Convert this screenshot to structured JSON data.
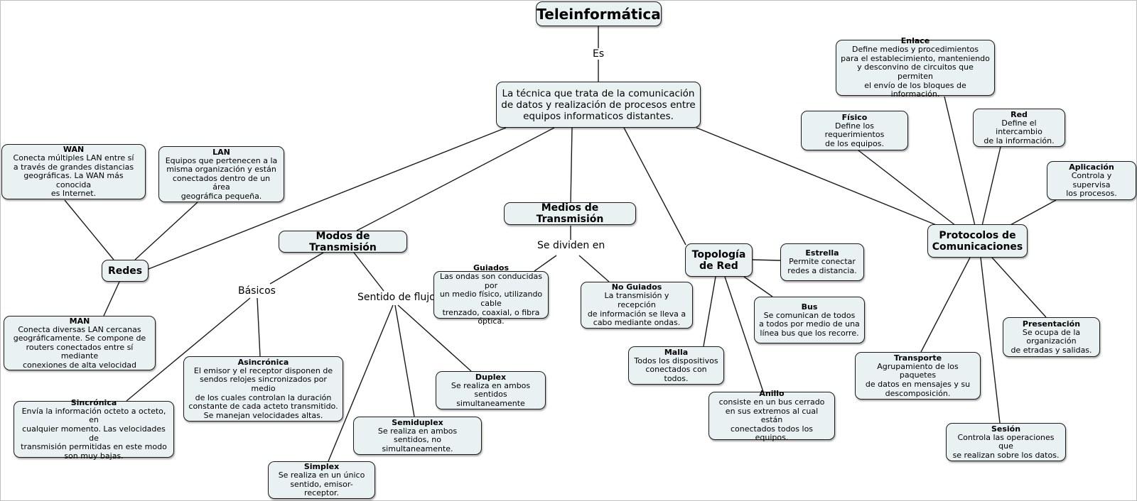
{
  "title": "Teleinformática",
  "link_es": "Es",
  "definition": "La técnica que trata de la comunicación\nde datos  y realización de procesos entre\nequipos informaticos distantes.",
  "branches": {
    "redes": "Redes",
    "modos": "Modos de Transmisión",
    "medios": "Medios de Transmisión",
    "topologia": "Topología\nde Red",
    "protocolos": "Protocolos de\nComunicaciones"
  },
  "link_labels": {
    "se_dividen": "Se dividen en",
    "basicos": "Básicos",
    "sentido": "Sentido de flujo"
  },
  "redes": {
    "wan": {
      "title": "WAN",
      "desc": "Conecta múltiples LAN entre sí\na través de grandes distancias\ngeográficas. La WAN más conocida\nes Internet."
    },
    "lan": {
      "title": "LAN",
      "desc": "Equipos que pertenecen a la\nmisma organización  y están\nconectados dentro de un área\ngeográfica pequeña."
    },
    "man": {
      "title": "MAN",
      "desc": "Conecta diversas LAN cercanas\ngeográficamente. Se compone de\nrouters conectados entre sí mediante\nconexiones de alta velocidad"
    }
  },
  "modos": {
    "sincronica": {
      "title": "Sincrónica",
      "desc": "Envía la información octeto a octeto, en\ncualquier momento. Las velocidades de\ntransmisión permitidas en este modo\nson muy bajas."
    },
    "asincronica": {
      "title": "Asincrónica",
      "desc": "El emisor y el receptor disponen de\nsendos relojes sincronizados por medio\nde los cuales controlan la duración\nconstante de cada acteto transmitido.\nSe manejan velocidades altas."
    },
    "duplex": {
      "title": "Duplex",
      "desc": "Se realiza en ambos\nsentidos simultaneamente"
    },
    "semiduplex": {
      "title": "Semiduplex",
      "desc": "Se realiza en ambos\nsentidos, no simultaneamente."
    },
    "simplex": {
      "title": "Simplex",
      "desc": "Se realiza en un único\nsentido, emisor-receptor."
    }
  },
  "medios": {
    "guiados": {
      "title": "Guiados",
      "desc": "Las ondas son conducidas por\nun medio físico, utilizando cable\ntrenzado, coaxial, o fibra óptica."
    },
    "no_guiados": {
      "title": "No Guiados",
      "desc": "La transmisión y recepción\nde información se lleva a\ncabo mediante ondas."
    }
  },
  "topologia": {
    "estrella": {
      "title": "Estrella",
      "desc": "Permite conectar\nredes a distancia."
    },
    "bus": {
      "title": "Bus",
      "desc": "Se comunican de todos\na todos por medio de una\nlínea bus que los recorre."
    },
    "malla": {
      "title": "Malla",
      "desc": "Todos los dispositivos\nconectados con todos."
    },
    "anillo": {
      "title": "Anillo",
      "desc": "consiste en un bus cerrado\nen sus extremos al cual están\nconectados todos los equipos."
    }
  },
  "protocolos": {
    "enlace": {
      "title": "Enlace",
      "desc": "Define medios y procedimientos\npara el establecimiento, manteniendo\ny desconvino de circuitos que permiten\nel envío de los bloques de información."
    },
    "fisico": {
      "title": "Físico",
      "desc": "Define los requerimientos\nde los equipos."
    },
    "red": {
      "title": "Red",
      "desc": "Define el intercambio\nde la información."
    },
    "aplicacion": {
      "title": "Aplicación",
      "desc": "Controla y supervisa\nlos procesos."
    },
    "presentacion": {
      "title": "Presentación",
      "desc": "Se ocupa de la organización\nde etradas y salidas."
    },
    "transporte": {
      "title": "Transporte",
      "desc": "Agrupamiento de los paquetes\nde datos en mensajes y su\ndescomposición."
    },
    "sesion": {
      "title": "Sesión",
      "desc": "Controla las operaciones que\nse realizan sobre los datos."
    }
  }
}
